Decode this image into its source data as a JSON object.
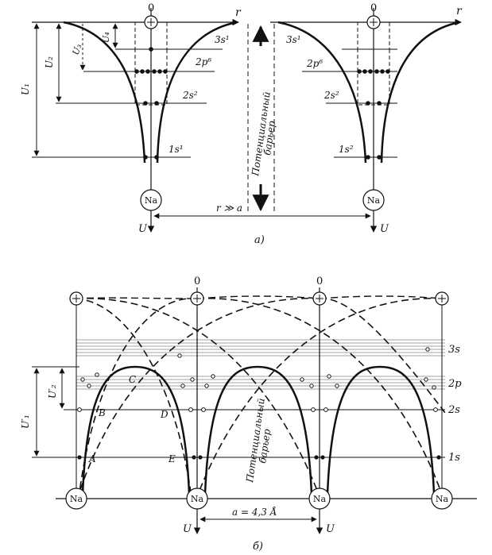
{
  "panel_a": {
    "caption": "а)",
    "origin_label": "0",
    "r_axis_label": "r",
    "u_axis_label": "U",
    "nucleus_label": "Na",
    "separation_label": "r ≫ a",
    "barrier_label_line1": "Потенциальный",
    "barrier_label_line2": "барьер",
    "levels_left": [
      "3s¹",
      "2p⁶",
      "2s²",
      "1s¹"
    ],
    "levels_right": [
      "3s¹",
      "2p⁶",
      "2s²",
      "1s²"
    ],
    "depths": [
      "U₁",
      "U₂",
      "U₃",
      "U₄"
    ]
  },
  "panel_b": {
    "caption": "б)",
    "origin_label": "0",
    "u_axis_label": "U",
    "nucleus_label": "Na",
    "lattice_label": "a = 4,3 Å",
    "barrier_label_line1": "Потенциальный",
    "barrier_label_line2": "барьер",
    "level_labels": [
      "3s",
      "2p",
      "2s",
      "1s"
    ],
    "point_labels": [
      "A",
      "B",
      "C",
      "D",
      "E"
    ],
    "depths": [
      "U′₁",
      "U′₂"
    ]
  }
}
